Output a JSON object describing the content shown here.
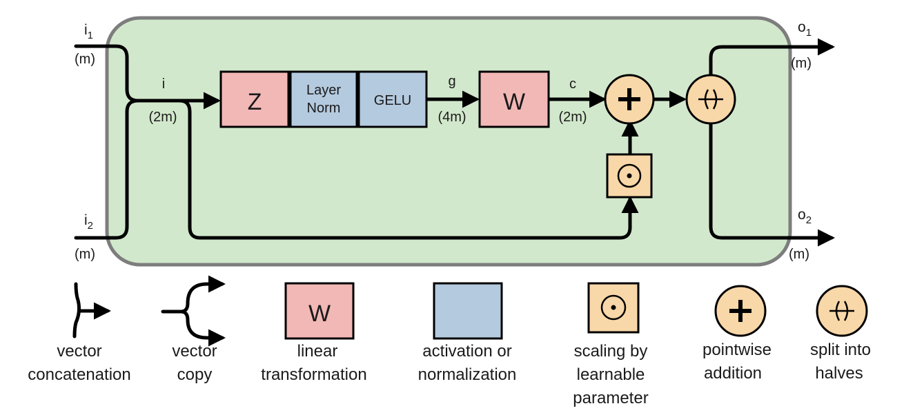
{
  "colors": {
    "panel_fill": "#d2e8cc",
    "panel_stroke": "#7d7d7d",
    "linear_fill": "#f2b8b6",
    "activation_fill": "#b4cadf",
    "op_fill": "#f8d7a8"
  },
  "ports": {
    "i1": {
      "name": "i",
      "sub": "1",
      "dim": "(m)"
    },
    "i2": {
      "name": "i",
      "sub": "2",
      "dim": "(m)"
    },
    "o1": {
      "name": "o",
      "sub": "1",
      "dim": "(m)"
    },
    "o2": {
      "name": "o",
      "sub": "2",
      "dim": "(m)"
    }
  },
  "signals": {
    "i": {
      "name": "i",
      "dim": "(2m)"
    },
    "g": {
      "name": "g",
      "dim": "(4m)"
    },
    "c": {
      "name": "c",
      "dim": "(2m)"
    }
  },
  "blocks": {
    "z": "Z",
    "layernorm_1": "Layer",
    "layernorm_2": "Norm",
    "gelu": "GELU",
    "w": "W"
  },
  "legend": {
    "concat": [
      "vector",
      "concatenation"
    ],
    "copy": [
      "vector",
      "copy"
    ],
    "linear": {
      "symbol": "W",
      "lines": [
        "linear",
        "transformation"
      ]
    },
    "activation": [
      "activation or",
      "normalization"
    ],
    "scaling": [
      "scaling by",
      "learnable",
      "parameter"
    ],
    "addition": [
      "pointwise",
      "addition"
    ],
    "split": [
      "split into",
      "halves"
    ]
  }
}
